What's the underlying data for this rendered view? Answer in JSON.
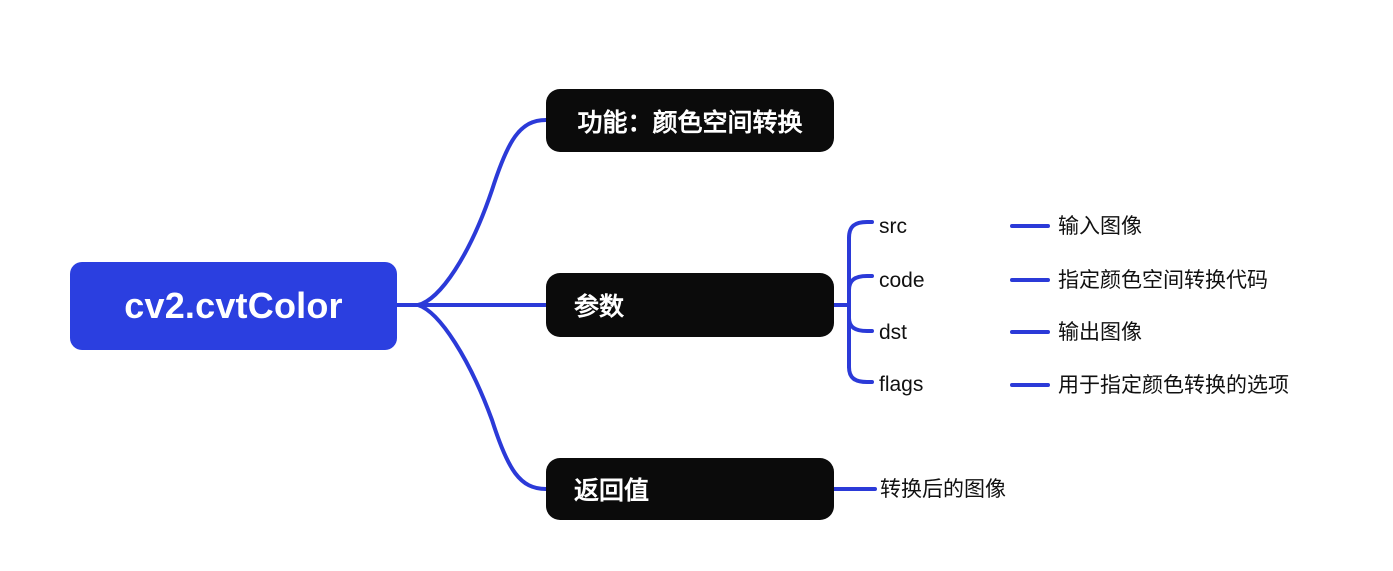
{
  "diagram": {
    "type": "mindmap",
    "title": "cv2.cvtColor",
    "colors": {
      "root_fill": "#2b3fe0",
      "node_fill": "#0b0b0b",
      "node_text": "#ffffff",
      "edge": "#2b3ad8",
      "leaf_text": "#111111",
      "background": "#ffffff"
    },
    "root": {
      "label": "cv2.cvtColor"
    },
    "branches": [
      {
        "id": "feature",
        "label": "功能：颜色空间转换"
      },
      {
        "id": "params",
        "label": "参数",
        "children": [
          {
            "name": "src",
            "description": "输入图像"
          },
          {
            "name": "code",
            "description": "指定颜色空间转换代码"
          },
          {
            "name": "dst",
            "description": "输出图像"
          },
          {
            "name": "flags",
            "description": "用于指定颜色转换的选项"
          }
        ]
      },
      {
        "id": "return",
        "label": "返回值",
        "children": [
          {
            "name": "",
            "description": "转换后的图像"
          }
        ]
      }
    ]
  }
}
